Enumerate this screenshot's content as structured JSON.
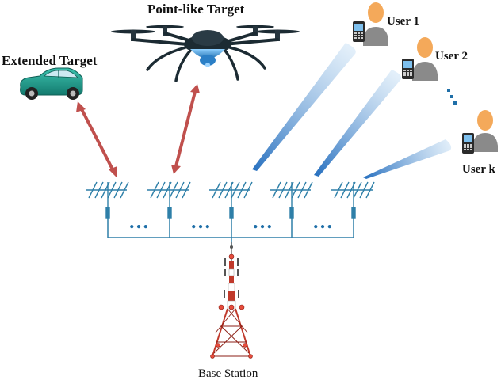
{
  "labels": {
    "point_target": "Point-like Target",
    "extended_target": "Extended Target",
    "user1": "User 1",
    "user2": "User 2",
    "userk": "User k",
    "base_station": "Base Station"
  },
  "ellipsis": "…",
  "colors": {
    "echo_arrow": "#c0504d",
    "beam": "#3b86c8",
    "antenna": "#2e7fa8",
    "car_body": "#1f9e8f",
    "drone_dark": "#1c2b33",
    "drone_dome": "#3a9ad9",
    "user_head": "#f4a95a",
    "user_body": "#8a8a8a",
    "tower_red": "#c0392b"
  },
  "icons": [
    "drone-icon",
    "car-icon",
    "user-icon",
    "phone-icon",
    "antenna-icon",
    "tower-icon"
  ]
}
